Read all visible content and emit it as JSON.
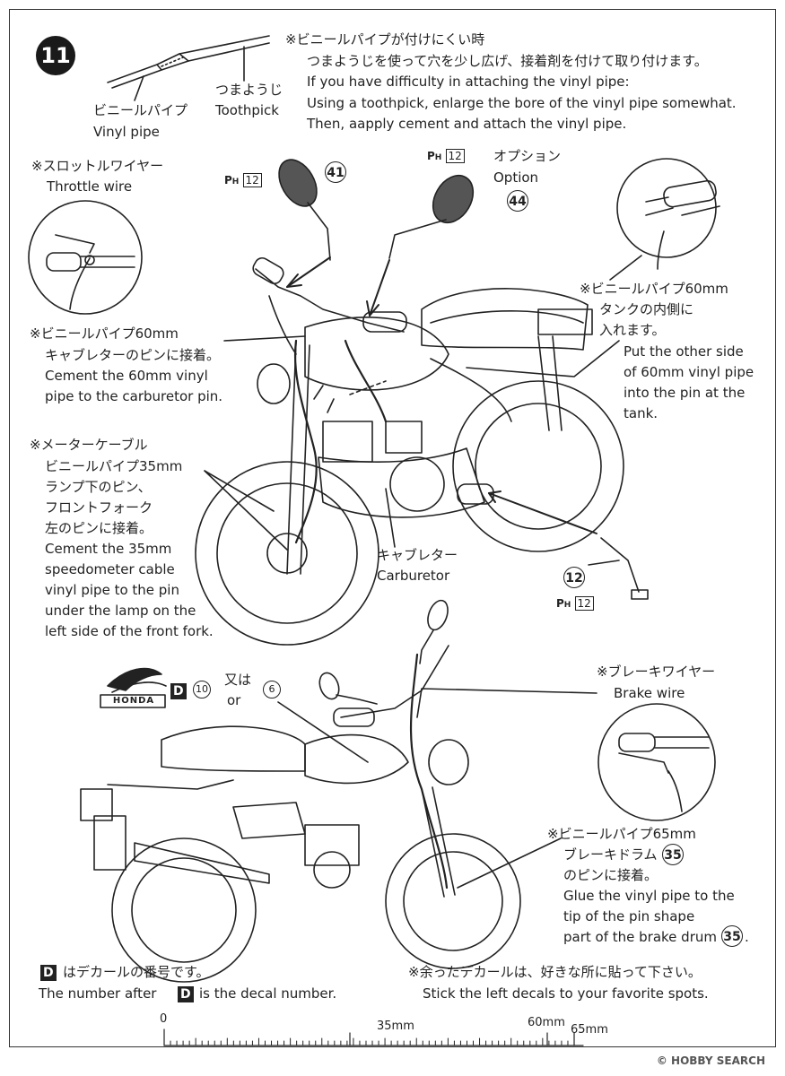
{
  "step_number": "11",
  "vinyl_pipe_tip": {
    "jp": "※ビニールパイプが付けにくい時",
    "jp2": "つまようじを使って穴を少し広げ、接着剤を付けて取り付けます。",
    "en1": "If you have difficulty in attaching the vinyl pipe:",
    "en2": "Using a toothpick, enlarge the bore of the vinyl pipe somewhat.",
    "en3": "Then, aapply cement and attach the vinyl pipe."
  },
  "inset_labels": {
    "vinyl_pipe_jp": "ビニールパイプ",
    "vinyl_pipe_en": "Vinyl pipe",
    "toothpick_jp": "つまようじ",
    "toothpick_en": "Toothpick"
  },
  "throttle": {
    "jp": "※スロットルワイヤー",
    "en": "Throttle wire"
  },
  "mirror_left": {
    "part": "41",
    "ph_prefix": "P",
    "ph_sub": "H",
    "ph_num": "12"
  },
  "mirror_option": {
    "part": "44",
    "ph_prefix": "P",
    "ph_sub": "H",
    "ph_num": "12",
    "jp": "オプション",
    "en": "Option"
  },
  "note_60mm_carb": {
    "jp1": "※ビニールパイプ60mm",
    "jp2": "キャブレターのピンに接着。",
    "en1": "Cement the 60mm vinyl",
    "en2": "pipe to the carburetor pin."
  },
  "note_60mm_tank": {
    "jp1": "※ビニールパイプ60mm",
    "jp2": "タンクの内側に",
    "jp3": "入れます。",
    "en1": "Put the other side",
    "en2": "of 60mm vinyl pipe",
    "en3": "into the pin at the",
    "en4": "tank."
  },
  "note_meter_cable": {
    "jp1": "※メーターケーブル",
    "jp2": "ビニールパイプ35mm",
    "jp3": "ランプ下のピン、",
    "jp4": "フロントフォーク",
    "jp5": "左のピンに接着。",
    "en1": "Cement the 35mm",
    "en2": "speedometer cable",
    "en3": "vinyl pipe to the pin",
    "en4": "under the lamp on the",
    "en5": "left side of the front fork."
  },
  "carburetor": {
    "jp": "キャブレター",
    "en": "Carburetor"
  },
  "kickstand": {
    "part": "12",
    "ph_prefix": "P",
    "ph_sub": "H",
    "ph_num": "12"
  },
  "decal_row": {
    "d_label": "D",
    "decal_num": "10",
    "or_jp": "又は",
    "or_en": "or",
    "alt_num": "6",
    "logo_text": "HONDA"
  },
  "brake_wire": {
    "jp": "※ブレーキワイヤー",
    "en": "Brake wire"
  },
  "note_65mm": {
    "jp1": "※ビニールパイプ65mm",
    "jp2": "ブレーキドラム",
    "jp3": "のピンに接着。",
    "part": "35",
    "en1": "Glue the vinyl pipe to the",
    "en2": "tip of the pin shape",
    "en3": "part of the brake drum",
    "period": "."
  },
  "decal_note": {
    "d_label": "D",
    "jp": "はデカールの番号です。",
    "en_pre": "The number after",
    "en_post": "is the decal number."
  },
  "leftover_note": {
    "jp": "※余ったデカールは、好きな所に貼って下さい。",
    "en": "Stick the left decals to your favorite spots."
  },
  "ruler": {
    "label_0": "0",
    "label_35": "35mm",
    "label_60": "60mm",
    "label_65": "65mm"
  },
  "watermark": "© HOBBY SEARCH"
}
